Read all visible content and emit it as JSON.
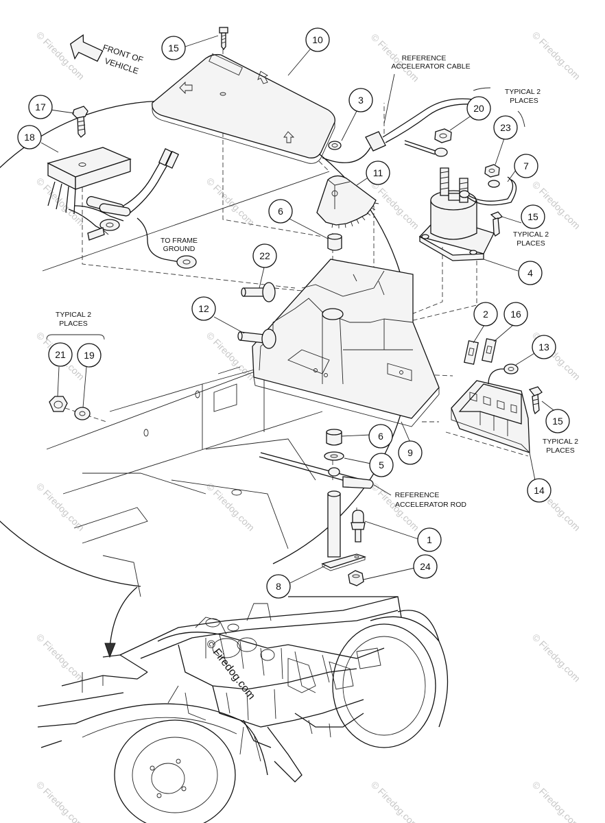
{
  "diagram": {
    "callouts": [
      "15",
      "10",
      "3",
      "20",
      "23",
      "7",
      "17",
      "18",
      "11",
      "6",
      "15",
      "4",
      "22",
      "12",
      "2",
      "16",
      "13",
      "21",
      "19",
      "15",
      "14",
      "6",
      "9",
      "5",
      "1",
      "8",
      "24"
    ],
    "notes": {
      "front_of_vehicle": [
        "FRONT OF",
        "VEHICLE"
      ],
      "reference_accelerator_cable": [
        "REFERENCE",
        "ACCELERATOR CABLE"
      ],
      "typical_2_places_top": [
        "TYPICAL 2",
        "PLACES"
      ],
      "to_frame_ground": [
        "TO FRAME",
        "GROUND"
      ],
      "typical_2_places_solenoid": [
        "TYPICAL 2",
        "PLACES"
      ],
      "typical_2_places_left": [
        "TYPICAL 2",
        "PLACES"
      ],
      "typical_2_places_fuse": [
        "TYPICAL 2",
        "PLACES"
      ],
      "reference_accelerator_rod": [
        "REFERENCE",
        "ACCELERATOR ROD"
      ]
    },
    "watermark": "© Firedog.com",
    "stamp": "© Firedog.com"
  }
}
